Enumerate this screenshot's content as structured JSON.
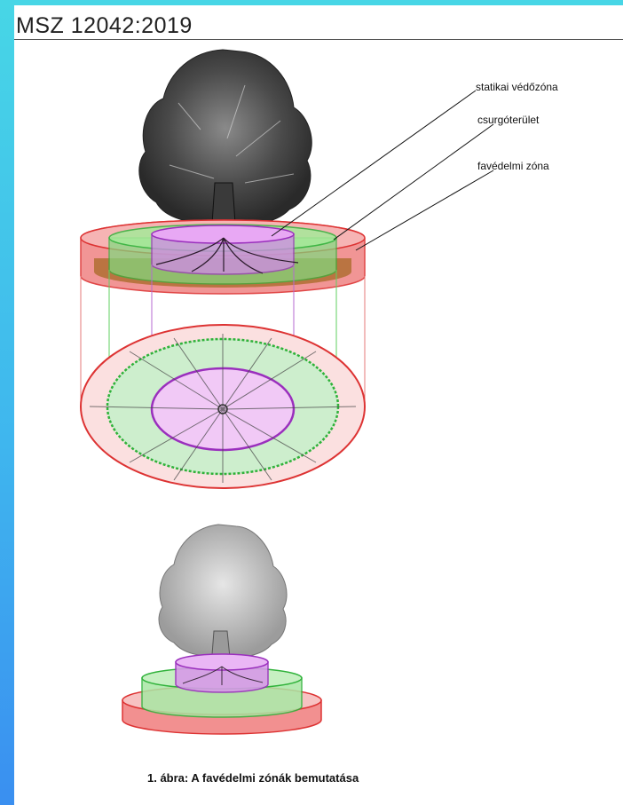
{
  "header": {
    "title": "MSZ 12042:2019"
  },
  "labels": {
    "static_zone": "statikai védőzóna",
    "drip_area": "csurgóterület",
    "protection_zone": "favédelmi zóna"
  },
  "caption": "1. ábra: A favédelmi zónák bemutatása",
  "colors": {
    "static_zone": "#b13ccf",
    "drip_area": "#2fb23a",
    "protection_zone": "#e23a3a",
    "soil": "#a8672a",
    "background": "#3fb6ee"
  }
}
